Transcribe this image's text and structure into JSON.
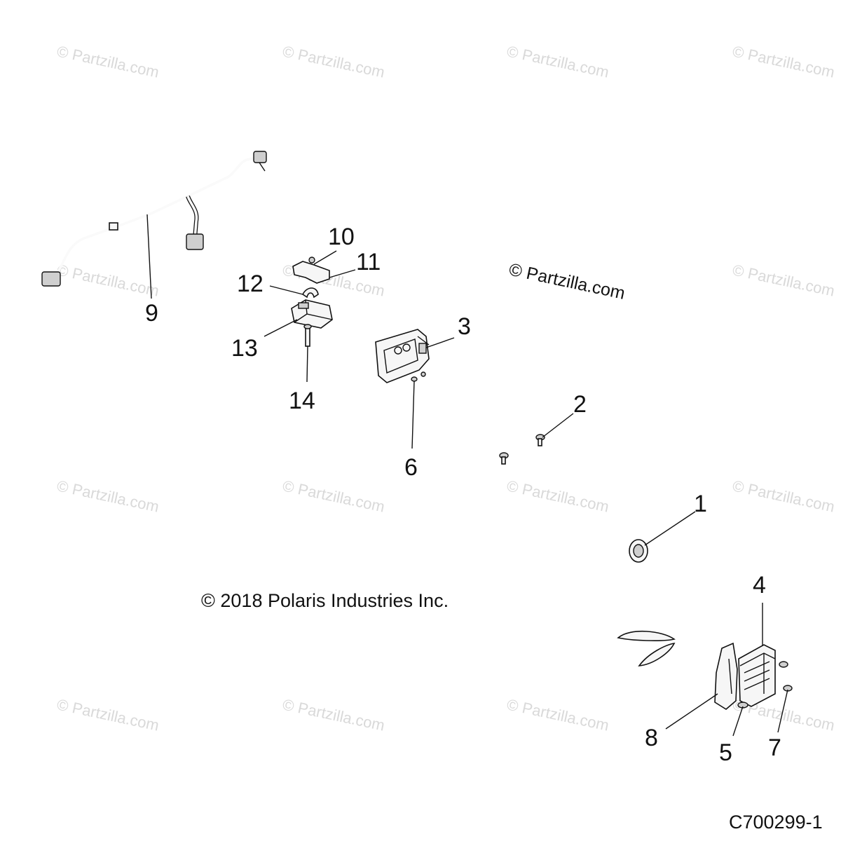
{
  "watermark_text": "© Partzilla.com",
  "site_watermark": "© Partzilla.com",
  "copyright": "© 2018 Polaris Industries Inc.",
  "figure_code": "C700299-1",
  "callouts": [
    "1",
    "2",
    "3",
    "4",
    "5",
    "6",
    "7",
    "8",
    "9",
    "10",
    "11",
    "12",
    "13",
    "14"
  ]
}
